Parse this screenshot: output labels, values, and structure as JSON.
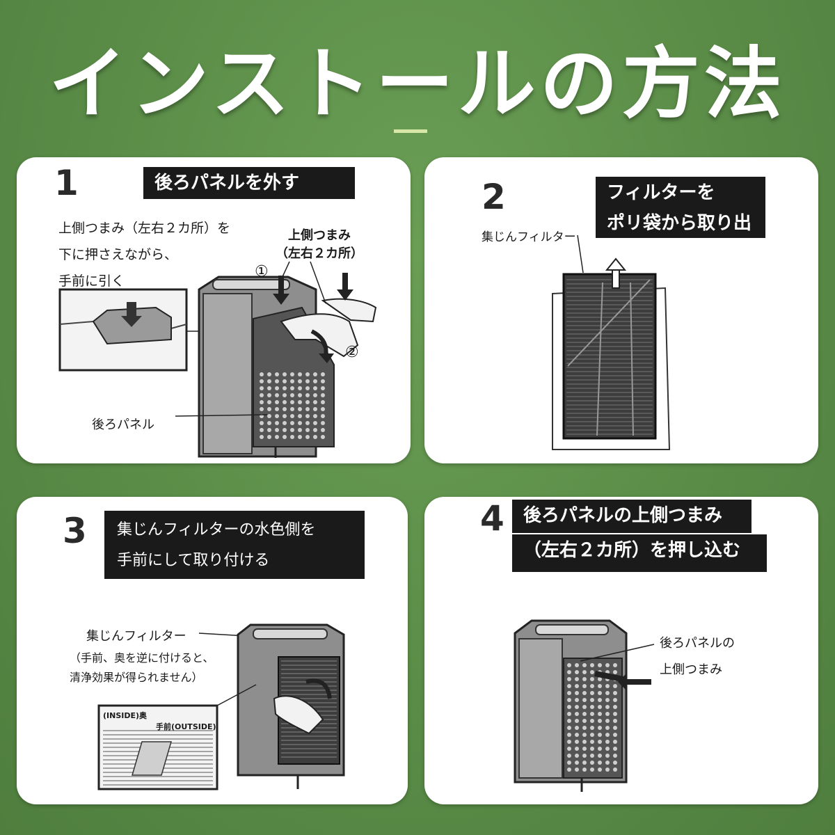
{
  "title": "インストールの方法",
  "steps": [
    {
      "number": "1",
      "heading": "後ろパネルを外す",
      "instructions": [
        "上側つまみ（左右２カ所）を",
        "下に押さえながら、",
        "手前に引く"
      ],
      "callout_knob_line1": "上側つまみ",
      "callout_knob_line2": "（左右２カ所）",
      "marker_1": "①",
      "marker_2": "②",
      "label_back_panel": "後ろパネル"
    },
    {
      "number": "2",
      "heading_line1": "フィルターを",
      "heading_line2": "ポリ袋から取り出す",
      "label_filter": "集じんフィルター"
    },
    {
      "number": "3",
      "heading_line1": "集じんフィルターの水色側を",
      "heading_line2": "手前にして取り付ける",
      "label_filter": "集じんフィルター",
      "note_line1": "（手前、奥を逆に付けると、",
      "note_line2": "清浄効果が得られません）",
      "tag_inside": "(INSIDE)奥",
      "tag_outside": "手前(OUTSIDE)"
    },
    {
      "number": "4",
      "heading_line1": "後ろパネルの上側つまみ",
      "heading_line2": "（左右２カ所）を押し込む",
      "label_line1": "後ろパネルの",
      "label_line2": "上側つまみ"
    }
  ]
}
